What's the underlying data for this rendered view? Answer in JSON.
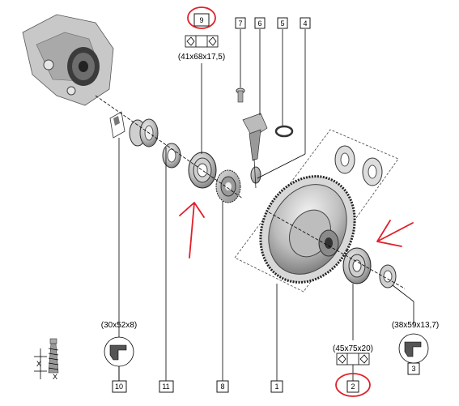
{
  "callouts": {
    "c9": {
      "number": "9"
    },
    "c7": {
      "number": "7"
    },
    "c6": {
      "number": "6"
    },
    "c5": {
      "number": "5"
    },
    "c4": {
      "number": "4"
    },
    "c10": {
      "number": "10"
    },
    "c11": {
      "number": "11"
    },
    "c8": {
      "number": "8"
    },
    "c1": {
      "number": "1"
    },
    "c2": {
      "number": "2"
    },
    "c3": {
      "number": "3"
    }
  },
  "dimensions": {
    "bearing_9": "(41x68x17,5)",
    "seal_10": "(30x52x8)",
    "bearing_2": "(45x75x20)",
    "seal_3": "(38x59x13,7)"
  },
  "tool_letters": {
    "x1": "X",
    "x2": "X"
  },
  "colors": {
    "highlight": "#e0202a",
    "line": "#000000"
  }
}
